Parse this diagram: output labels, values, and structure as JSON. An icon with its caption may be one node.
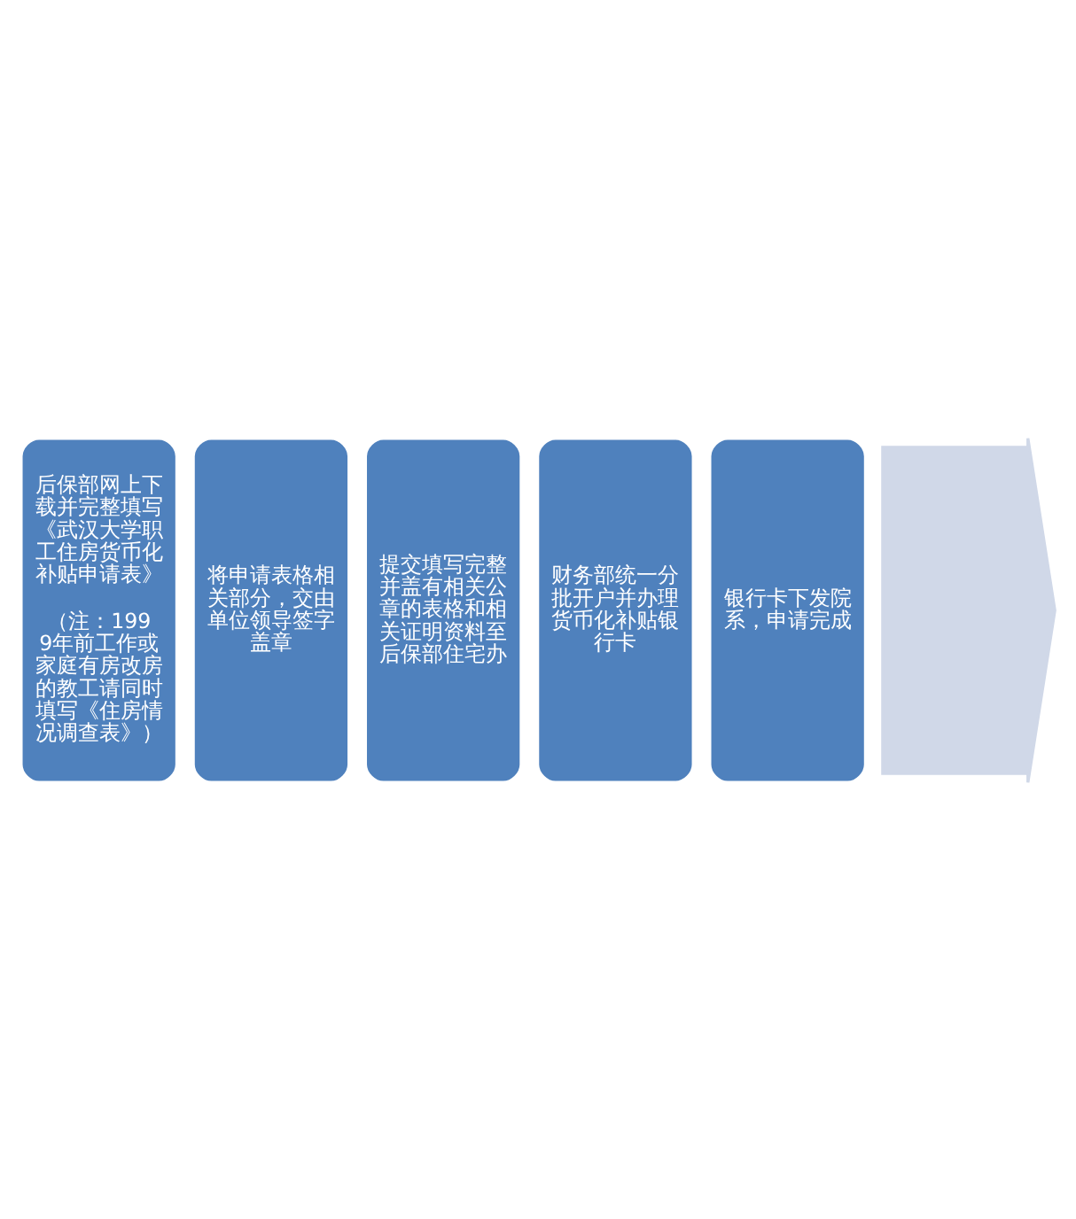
{
  "diagram": {
    "nodes": [
      {
        "text": [],
        "shape": "arrow"
      },
      {
        "text": [
          "后保部网上下载并完整填写《武汉大学职工住房货币化补贴申请表》",
          "（注：1999年前工作或家庭有房改房的教工请同时填写《住房情况调查表》）"
        ]
      },
      {
        "text": [
          "将申请表格相关部分，交由单位领导签字盖章"
        ]
      },
      {
        "text": [
          "提交填写完整并盖有相关公章的表格和相关证明资料至后保部住宅办"
        ]
      },
      {
        "text": [
          "财务部统一分批开户并办理货币化补贴银行卡"
        ]
      },
      {
        "text": [
          "银行卡下发院系，申请完成"
        ]
      }
    ],
    "edges": []
  }
}
